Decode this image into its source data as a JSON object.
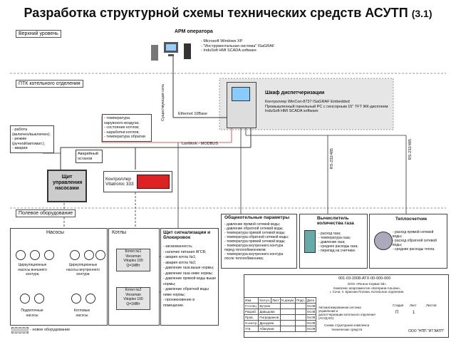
{
  "title": "Разработка структурной схемы технических средств АСУТП",
  "title_num": "(3.1)",
  "levels": {
    "top": "Верхний уровень",
    "ptk": "ПТК котельного отделения",
    "field": "Полевое оборудование"
  },
  "arm": {
    "title": "АРМ оператора",
    "items": "- Microsoft Windows XP\n- \"Инструментальная система\" ISaGRAF\n- InduSoft HMI SCADA software"
  },
  "network": {
    "vertical": "Существующая сеть",
    "ethernet": "Ethernet 10Base",
    "lonwork": "LonWork - MODBUS",
    "rs1": "RS-232/485",
    "rs2": "RS-232/485"
  },
  "cabinet": {
    "title": "Шкаф диспетчеризации",
    "desc": "Контроллер WinCon-8737 ISaGRAF Embedded\nПромышленный панельный PC с сенсорным 15\" TFT ЖК-дисплеем\nInduSoft HMI SCADA software"
  },
  "temp_list": "- температура\n  наружного воздуха;\n- состояние котлов;\n- наработки котлов;\n- температура обратки",
  "state_list": "- работа\n  (включен/выключен);\n- режим\n  (ручной/автомат.);\n- аварии",
  "emergency": "Аварийный останов",
  "pump_panel": "Щит управления насосами",
  "controller": {
    "label": "Контроллер Vitatronic 333"
  },
  "common_params": {
    "title": "Общекотельные параметры",
    "items": "- давление прямой сетевой воды;\n- давление обратной сетевой воды;\n- температура прямой сетевой воды;\n- температура обратной сетевой воды;\n- температура прямой сетевой воды;\n- температура внутреннего контура\n  перед теплообменником;\n- температура внутреннего контура\n  после теплообменника;"
  },
  "gas": {
    "title": "Вычислитель количества газа",
    "items": "- расход газа;\n- температура газа;\n- давление газа;\n- среднее расходы газа;\n- перепад на счетчике."
  },
  "heat": {
    "title": "Теплосчетчик",
    "items": "- расход прямой сетевой\n  воды;\n- расход обратной сетевой\n  воды;\n- средние расходы тепла."
  },
  "pumps": {
    "title": "Насосы",
    "circ1": "Циркуляционные насосы внешнего контура",
    "circ2": "Циркуляционные насосы внутреннего контура",
    "feed": "Подпиточные насосы",
    "boiler": "Котловые насосы"
  },
  "boilers": {
    "title": "Котлы",
    "b1": "Котел №1\nViessman\nVitoplex 100\nQ=1МВт",
    "b2": "Котел №2\nViessman\nVitoplex 100\nQ=1МВт"
  },
  "alarm": {
    "title": "Щит сигнализации и блокировок",
    "items": "- загазованность;\n- наличие питания АГСВ;\n- авария котла №1;\n- авария котла №2;\n- давление газа выше нормы;\n- давление газа ниже нормы;\n- давление прямой воды выше\n  нормы;\n- давление обратной воды\n  ниже нормы;\n- проникновение в\n  помещение."
  },
  "legend": "- новое оборудование",
  "stamp": {
    "code": "001-03-2008-АТХ-00-000-000",
    "org": "ООО «Регион-Сервис ltd».\nКомплекс апартаментов «Катерина-Альпик»,\nг. Сочи, п. Красная Поляна. Котельное отделение.",
    "system": "Автоматизированная система управления и\nдиспетчеризации котельного отделения\n(АСУД КО).",
    "doc": "Схема структурная комплекса\nтехнических средств",
    "company": "ООО \"НПП \"ИТЭАТП\"",
    "stage_h": "Стадия",
    "sheet_h": "Лист",
    "sheets_h": "Листов",
    "stage": "П",
    "sheet": "1",
    "cols": [
      "Изм.",
      "Кол.уч.",
      "Лист",
      "N докум.",
      "Подп.",
      "Дата"
    ],
    "rows": [
      [
        "Гл.спец",
        "Бутров",
        "04.08"
      ],
      [
        "Разраб.",
        "Давыдова",
        "04.08"
      ],
      [
        "Пров.",
        "Погрединков",
        "04.08"
      ],
      [
        "Н.контр.",
        "Дроздова",
        "04.08"
      ],
      [
        "Утв.",
        "Абакумов",
        "04.08"
      ]
    ]
  }
}
